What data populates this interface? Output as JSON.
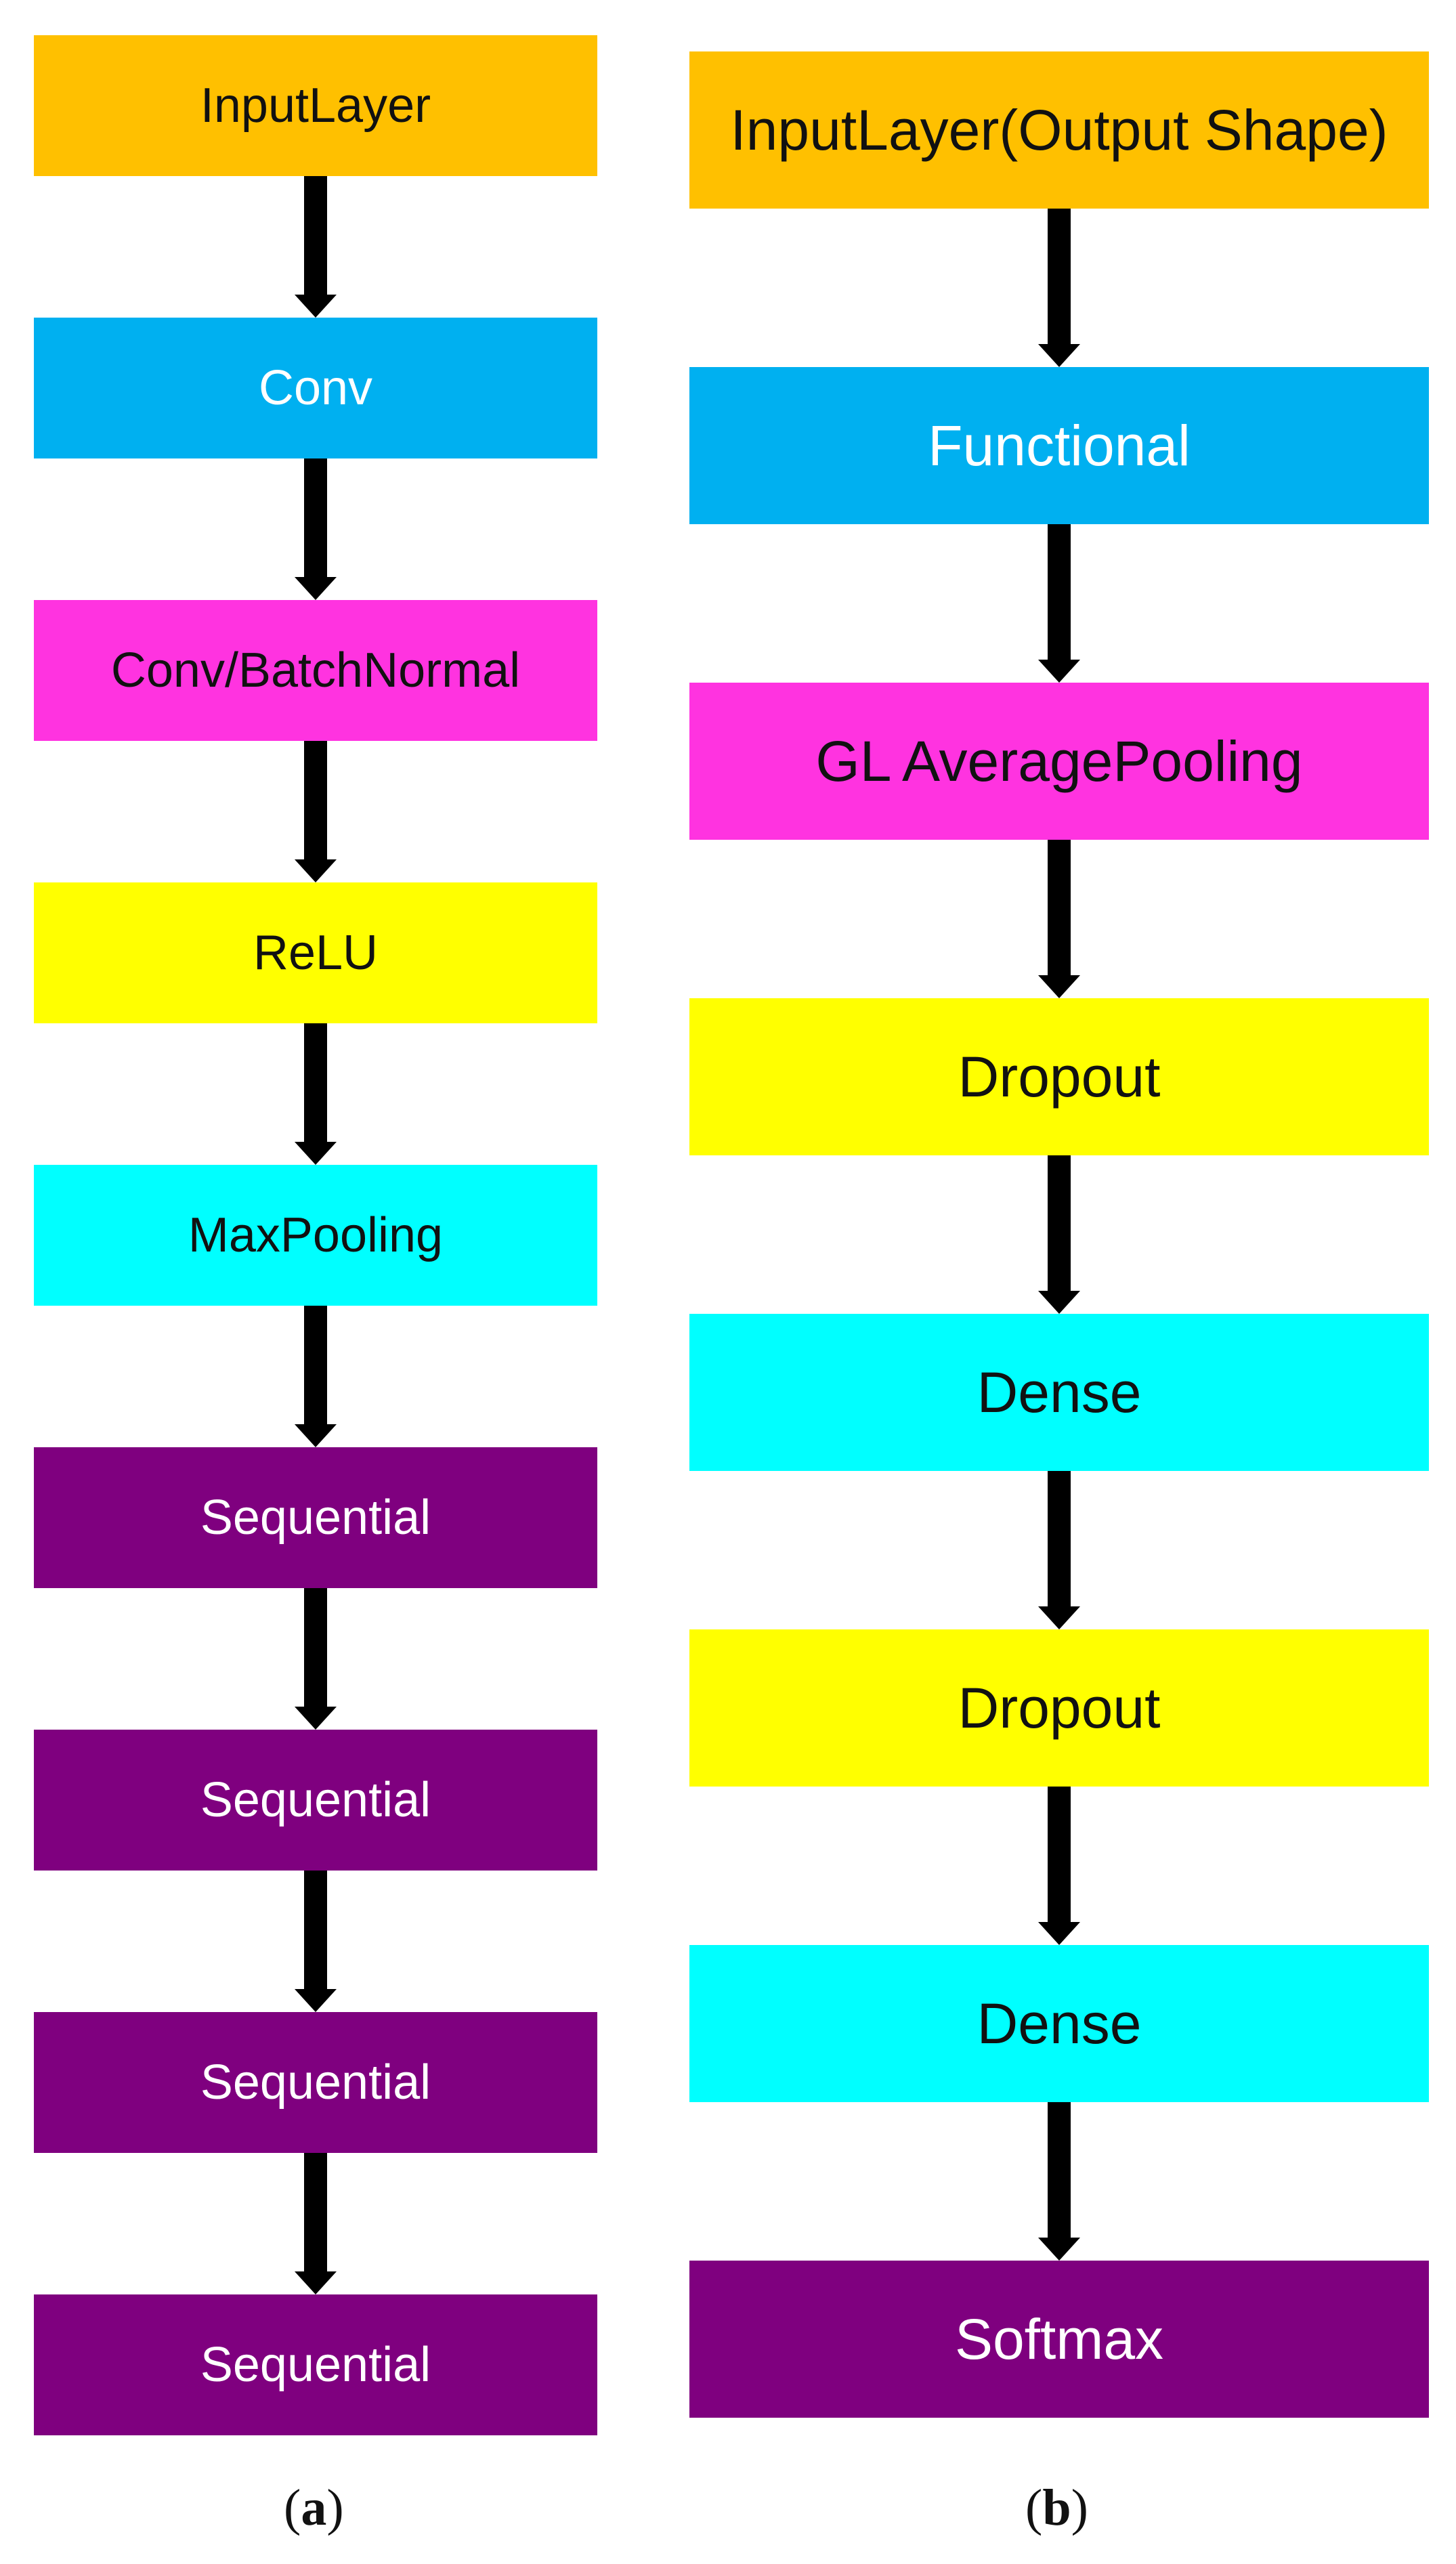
{
  "columns": [
    {
      "id": "a",
      "caption_open": "(",
      "caption_letter": "a",
      "caption_close": ")",
      "nodes": [
        {
          "label": "InputLayer",
          "color": "#FFC000",
          "text_color": "#111111"
        },
        {
          "label": "Conv",
          "color": "#00B0F0",
          "text_color": "#FFFFFF"
        },
        {
          "label": "Conv/BatchNormal",
          "color": "#FF33E0",
          "text_color": "#111111"
        },
        {
          "label": "ReLU",
          "color": "#FFFF00",
          "text_color": "#111111"
        },
        {
          "label": "MaxPooling",
          "color": "#00FFFF",
          "text_color": "#111111"
        },
        {
          "label": "Sequential",
          "color": "#7F007F",
          "text_color": "#FFFFFF"
        },
        {
          "label": "Sequential",
          "color": "#7F007F",
          "text_color": "#FFFFFF"
        },
        {
          "label": "Sequential",
          "color": "#7F007F",
          "text_color": "#FFFFFF"
        },
        {
          "label": "Sequential",
          "color": "#7F007F",
          "text_color": "#FFFFFF"
        }
      ]
    },
    {
      "id": "b",
      "caption_open": "(",
      "caption_letter": "b",
      "caption_close": ")",
      "nodes": [
        {
          "label": "InputLayer(Output Shape)",
          "color": "#FFC000",
          "text_color": "#111111"
        },
        {
          "label": "Functional",
          "color": "#00B0F0",
          "text_color": "#FFFFFF"
        },
        {
          "label": "GL AveragePooling",
          "color": "#FF33E0",
          "text_color": "#111111"
        },
        {
          "label": "Dropout",
          "color": "#FFFF00",
          "text_color": "#111111"
        },
        {
          "label": "Dense",
          "color": "#00FFFF",
          "text_color": "#111111"
        },
        {
          "label": "Dropout",
          "color": "#FFFF00",
          "text_color": "#111111"
        },
        {
          "label": "Dense",
          "color": "#00FFFF",
          "text_color": "#111111"
        },
        {
          "label": "Softmax",
          "color": "#7F007F",
          "text_color": "#FFFFFF"
        }
      ]
    }
  ],
  "arrow_color": "#000000"
}
